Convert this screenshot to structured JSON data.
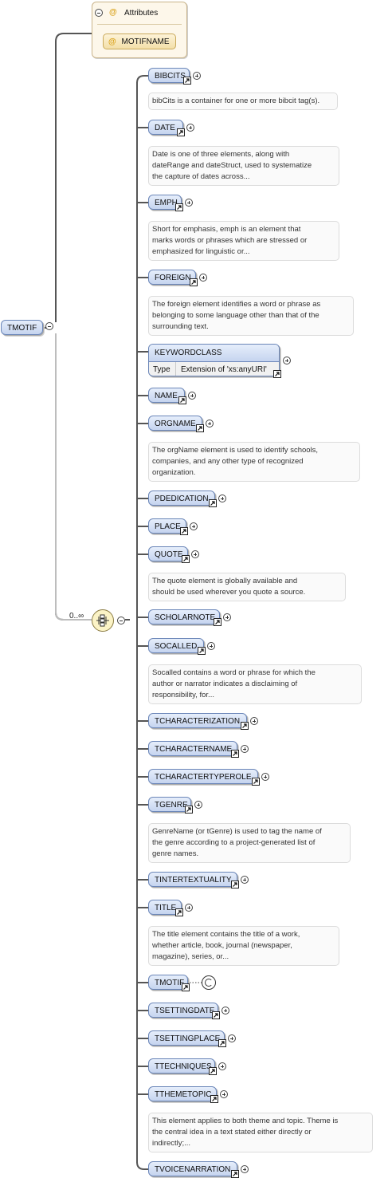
{
  "root": {
    "name": "TMOTIF"
  },
  "attributes": {
    "header": "Attributes",
    "items": [
      "MOTIFNAME"
    ]
  },
  "sequence": {
    "multiplicity": "0..∞"
  },
  "children": [
    {
      "name": "BIBCITS",
      "desc": [
        "bibCits is a container for one or more bibcit tag(s)."
      ]
    },
    {
      "name": "DATE",
      "desc": [
        "Date is one of three elements, along with",
        "dateRange and dateStruct, used to systematize",
        "the capture of dates across..."
      ]
    },
    {
      "name": "EMPH",
      "desc": [
        "Short for emphasis, emph is an element that",
        "marks words or phrases which are stressed or",
        "emphasized for linguistic or..."
      ]
    },
    {
      "name": "FOREIGN",
      "desc": [
        "The foreign element identifies a word or phrase as",
        "belonging to some language other than that of the",
        "surrounding text."
      ]
    },
    {
      "name": "KEYWORDCLASS",
      "type_label": "Type",
      "type_value": "Extension of 'xs:anyURI'"
    },
    {
      "name": "NAME"
    },
    {
      "name": "ORGNAME",
      "desc": [
        "The orgName element is used to identify schools,",
        "companies, and any other type of recognized",
        "organization."
      ]
    },
    {
      "name": "PDEDICATION"
    },
    {
      "name": "PLACE"
    },
    {
      "name": "QUOTE",
      "desc": [
        "The quote element is globally available and",
        "should be used wherever you quote a source."
      ]
    },
    {
      "name": "SCHOLARNOTE"
    },
    {
      "name": "SOCALLED",
      "desc": [
        "Socalled contains a word or phrase for which the",
        "author or narrator indicates a disclaiming of",
        "responsibility, for..."
      ]
    },
    {
      "name": "TCHARACTERIZATION"
    },
    {
      "name": "TCHARACTERNAME"
    },
    {
      "name": "TCHARACTERTYPEROLE"
    },
    {
      "name": "TGENRE",
      "desc": [
        "GenreName (or tGenre) is used to tag the name of",
        "the genre according to a project-generated list of",
        "genre names."
      ]
    },
    {
      "name": "TINTERTEXTUALITY"
    },
    {
      "name": "TITLE",
      "desc": [
        "The title element contains the title of a work,",
        "whether article, book, journal (newspaper,",
        "magazine), series, or..."
      ]
    },
    {
      "name": "TMOTIF",
      "recursive": true
    },
    {
      "name": "TSETTINGDATE"
    },
    {
      "name": "TSETTINGPLACE"
    },
    {
      "name": "TTECHNIQUES"
    },
    {
      "name": "TTHEMETOPIC",
      "desc": [
        "This element applies to both theme and topic. Theme is",
        "the central idea in a text stated either directly or",
        "indirectly;..."
      ]
    },
    {
      "name": "TVOICENARRATION"
    }
  ]
}
